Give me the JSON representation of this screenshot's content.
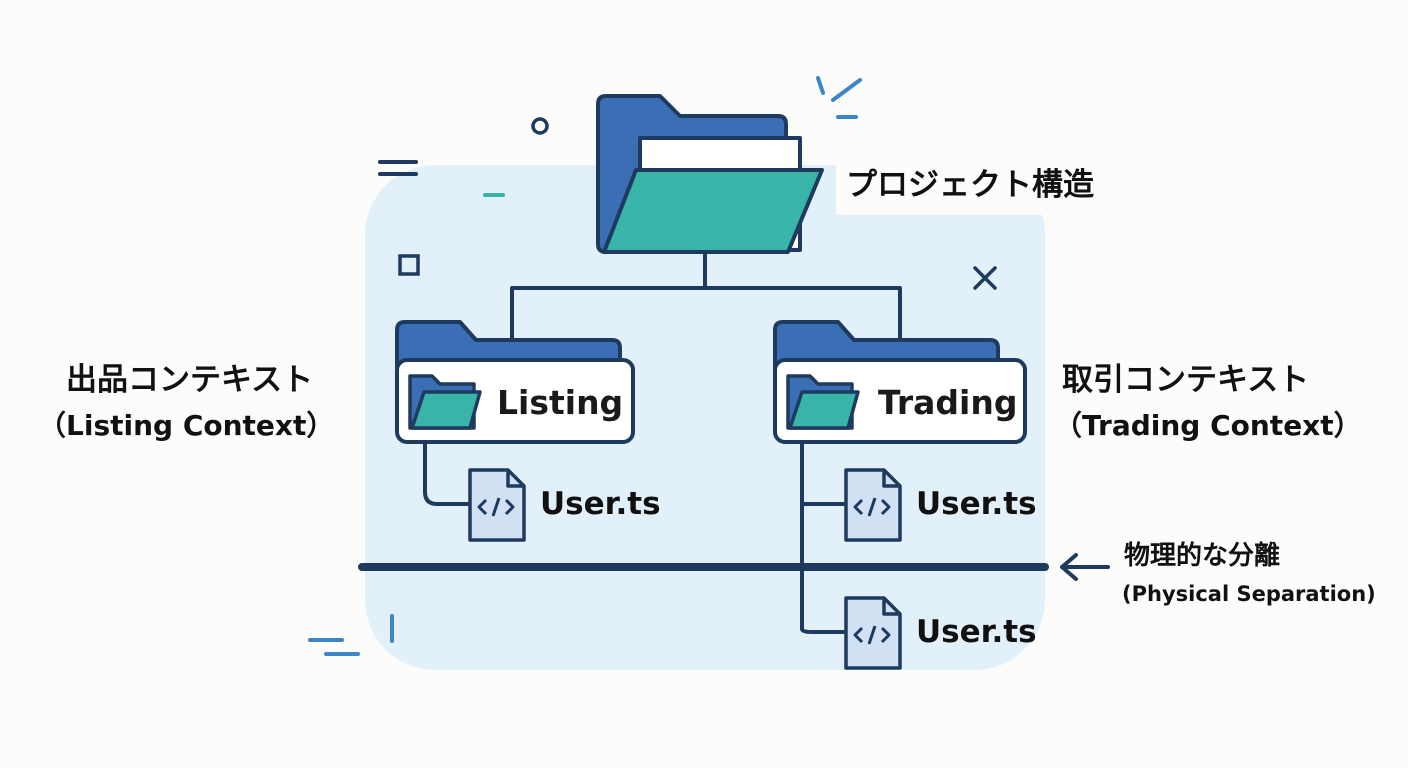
{
  "root": {
    "label": "プロジェクト構造"
  },
  "contexts": {
    "listing": {
      "name_jp": "出品コンテキスト",
      "name_en": "（Listing Context）",
      "box_label": "Listing",
      "file_name": "User.ts"
    },
    "trading": {
      "name_jp": "取引コンテキスト",
      "name_en": "（Trading Context）",
      "box_label": "Trading",
      "file_name_upper": "User.ts",
      "file_name_lower": "User.ts"
    }
  },
  "separation": {
    "label_jp": "物理的な分離",
    "label_en": "(Physical Separation)"
  },
  "icons": {
    "root": "open-folder-icon",
    "subfolder": "folder-icon",
    "file": "code-file-icon",
    "arrow": "arrow-left-icon"
  },
  "colors": {
    "navy": "#1e3a5f",
    "folder_blue": "#3a6fb5",
    "teal": "#38b5a8",
    "backdrop": "#e2f1f9",
    "file_fill": "#cfe1f3",
    "accent_blue": "#3a86c8"
  }
}
